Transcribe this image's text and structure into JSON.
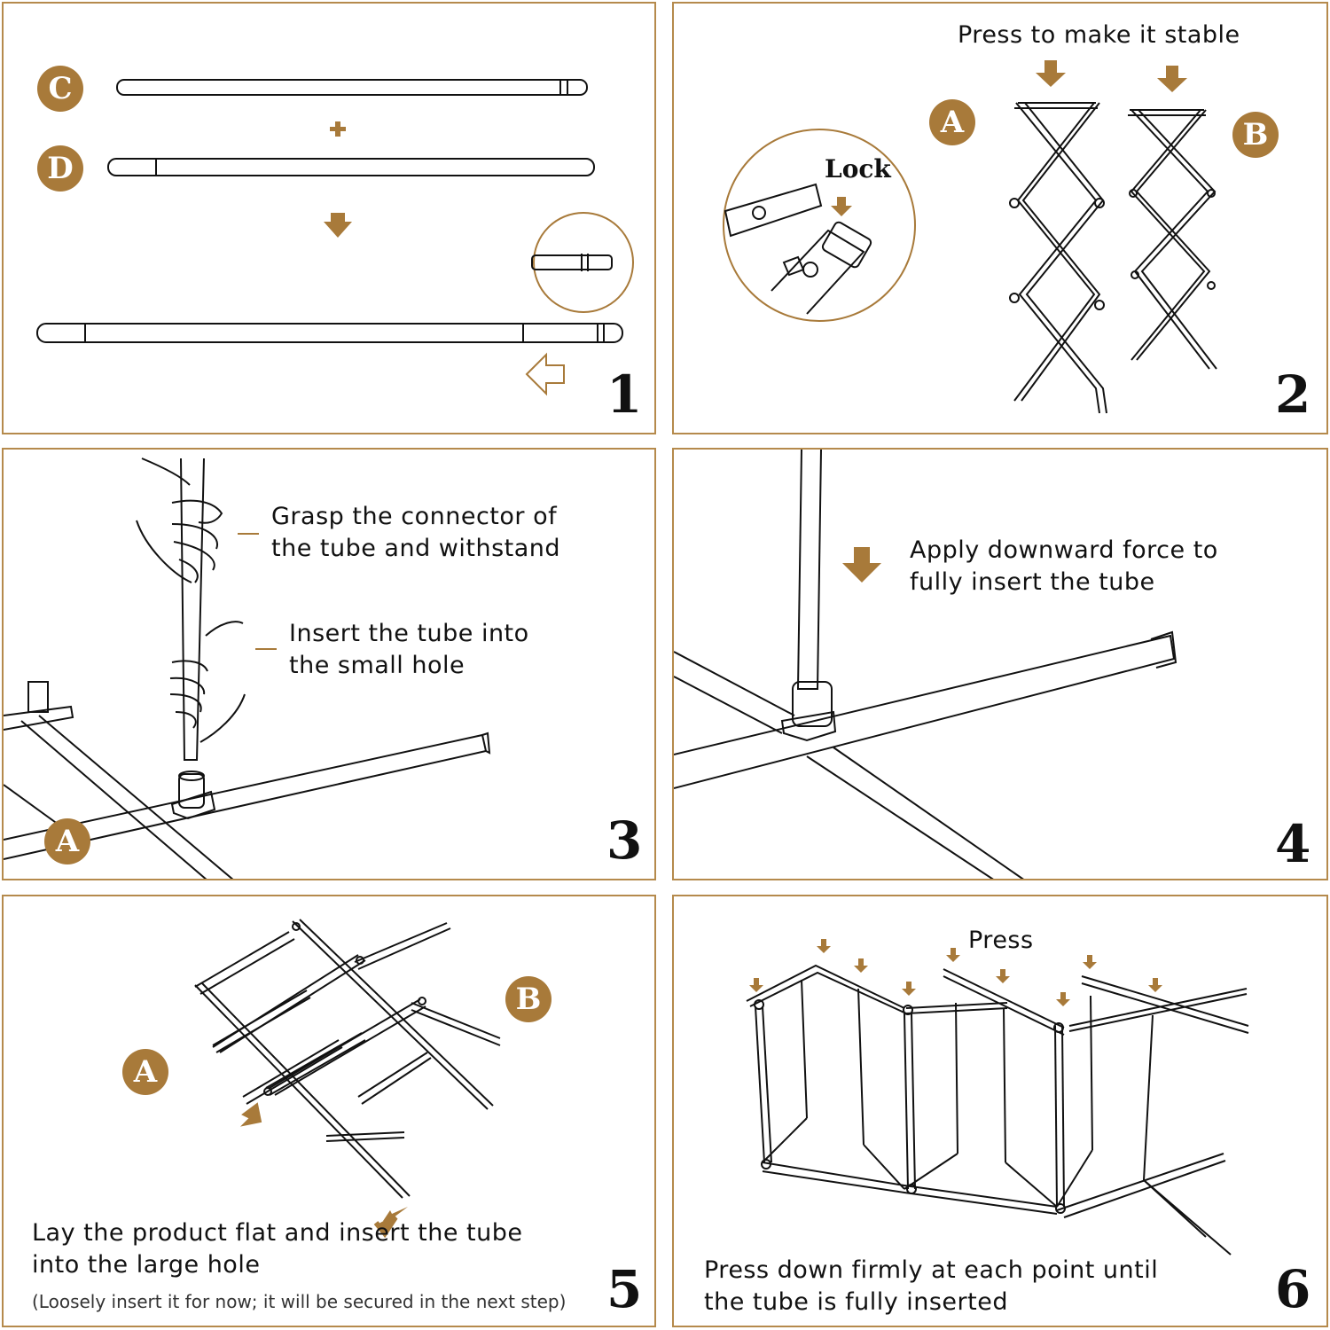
{
  "colors": {
    "accent": "#a87a3a",
    "border": "#b58a4c",
    "line": "#111111"
  },
  "panel1": {
    "number": "1",
    "badge_c": "C",
    "badge_d": "D"
  },
  "panel2": {
    "number": "2",
    "title": "Press to make it stable",
    "badge_a": "A",
    "badge_b": "B",
    "lock_label": "Lock"
  },
  "panel3": {
    "number": "3",
    "badge_a": "A",
    "grasp_line1": "Grasp the connector of",
    "grasp_line2": "the tube and withstand",
    "insert_line1": "Insert the tube into",
    "insert_line2": "the small hole"
  },
  "panel4": {
    "number": "4",
    "line1": "Apply downward force to",
    "line2": "fully insert the tube"
  },
  "panel5": {
    "number": "5",
    "badge_a": "A",
    "badge_b": "B",
    "line1": "Lay the product flat and insert the tube",
    "line2": "into the large hole",
    "note": "(Loosely insert it for now; it will be secured in the next step)"
  },
  "panel6": {
    "number": "6",
    "press_label": "Press",
    "line1": "Press down firmly at each point until",
    "line2": "the tube is fully inserted"
  }
}
